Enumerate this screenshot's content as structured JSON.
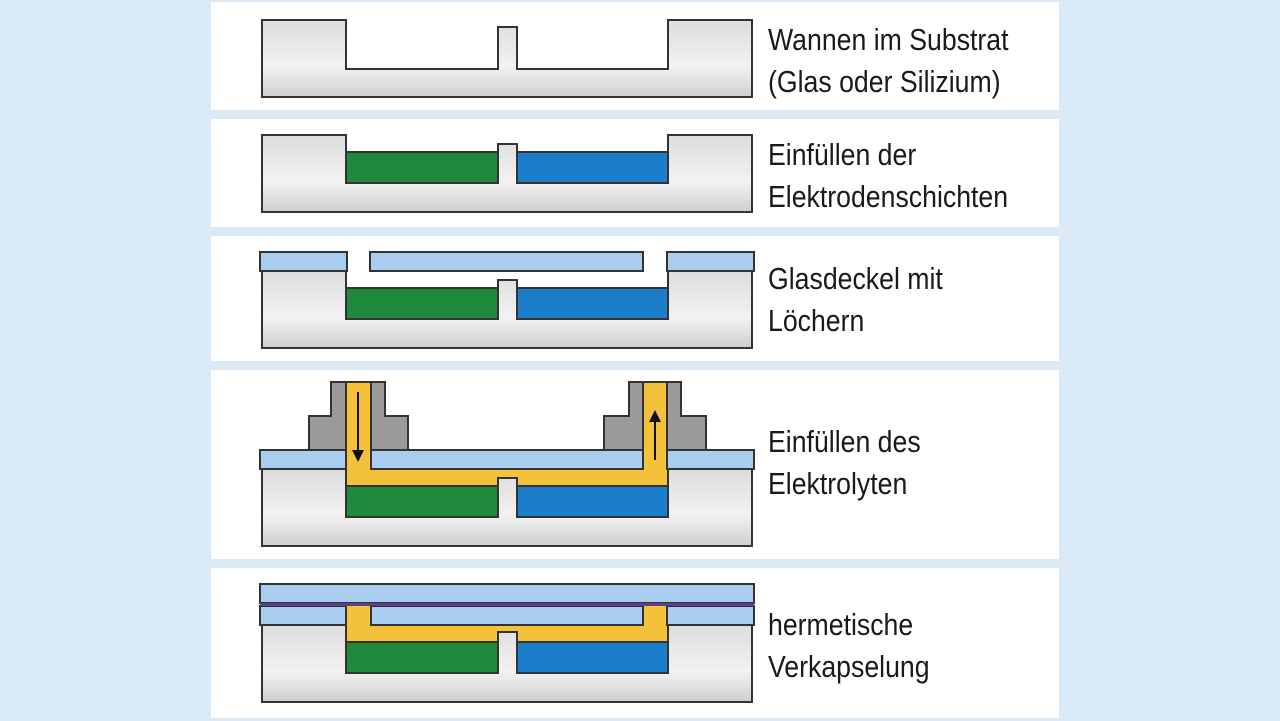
{
  "colors": {
    "substrate": "#d4d4d4",
    "outline": "#333333",
    "electrode_left": "#1f8a3c",
    "electrode_right": "#1a7ec8",
    "glass": "#a9cdee",
    "electrolyte": "#f4c23a",
    "fitting": "#9a9a9a",
    "background": "#d9e9f5"
  },
  "steps": [
    {
      "line1": "Wannen im Substrat",
      "line2": "(Glas oder Silizium)"
    },
    {
      "line1": "Einfüllen der",
      "line2": "Elektrodenschichten"
    },
    {
      "line1": "Glasdeckel mit",
      "line2": "Löchern"
    },
    {
      "line1": "Einfüllen des",
      "line2": "Elektrolyten"
    },
    {
      "line1": "hermetische",
      "line2": "Verkapselung"
    }
  ]
}
